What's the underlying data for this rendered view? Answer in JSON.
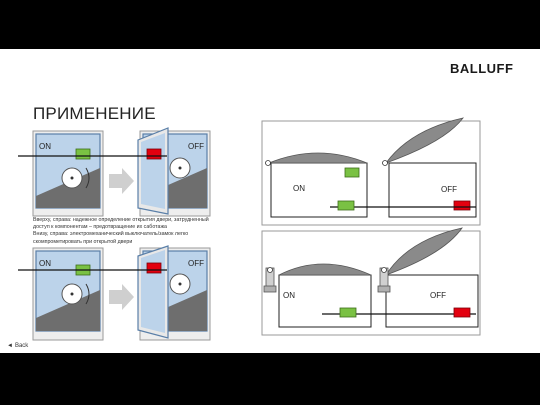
{
  "logo": {
    "text": "BALLUFF"
  },
  "page": {
    "title": "ПРИМЕНЕНИЕ"
  },
  "caption": {
    "lines": [
      "Вверху, справа: надежное определение открытия двери, затрудненный",
      "доступ к компонентам – предотвращение их саботажа",
      "Внизу, справа: электромеханический выключатель/замок легко",
      "скомпрометировать при открытой двери"
    ]
  },
  "figures": {
    "door_top": {
      "on": "ON",
      "off": "OFF"
    },
    "door_bottom": {
      "on": "ON",
      "off": "OFF"
    },
    "lid_top": {
      "on": "ON",
      "off": "OFF"
    },
    "lid_bottom": {
      "on": "ON",
      "off": "OFF"
    }
  },
  "nav": {
    "back": "Back"
  },
  "colors": {
    "green_sensor": "#7ac143",
    "red_sensor": "#e3000f",
    "window_blue": "#bcd3ea",
    "ground": "#6e6e6e"
  }
}
